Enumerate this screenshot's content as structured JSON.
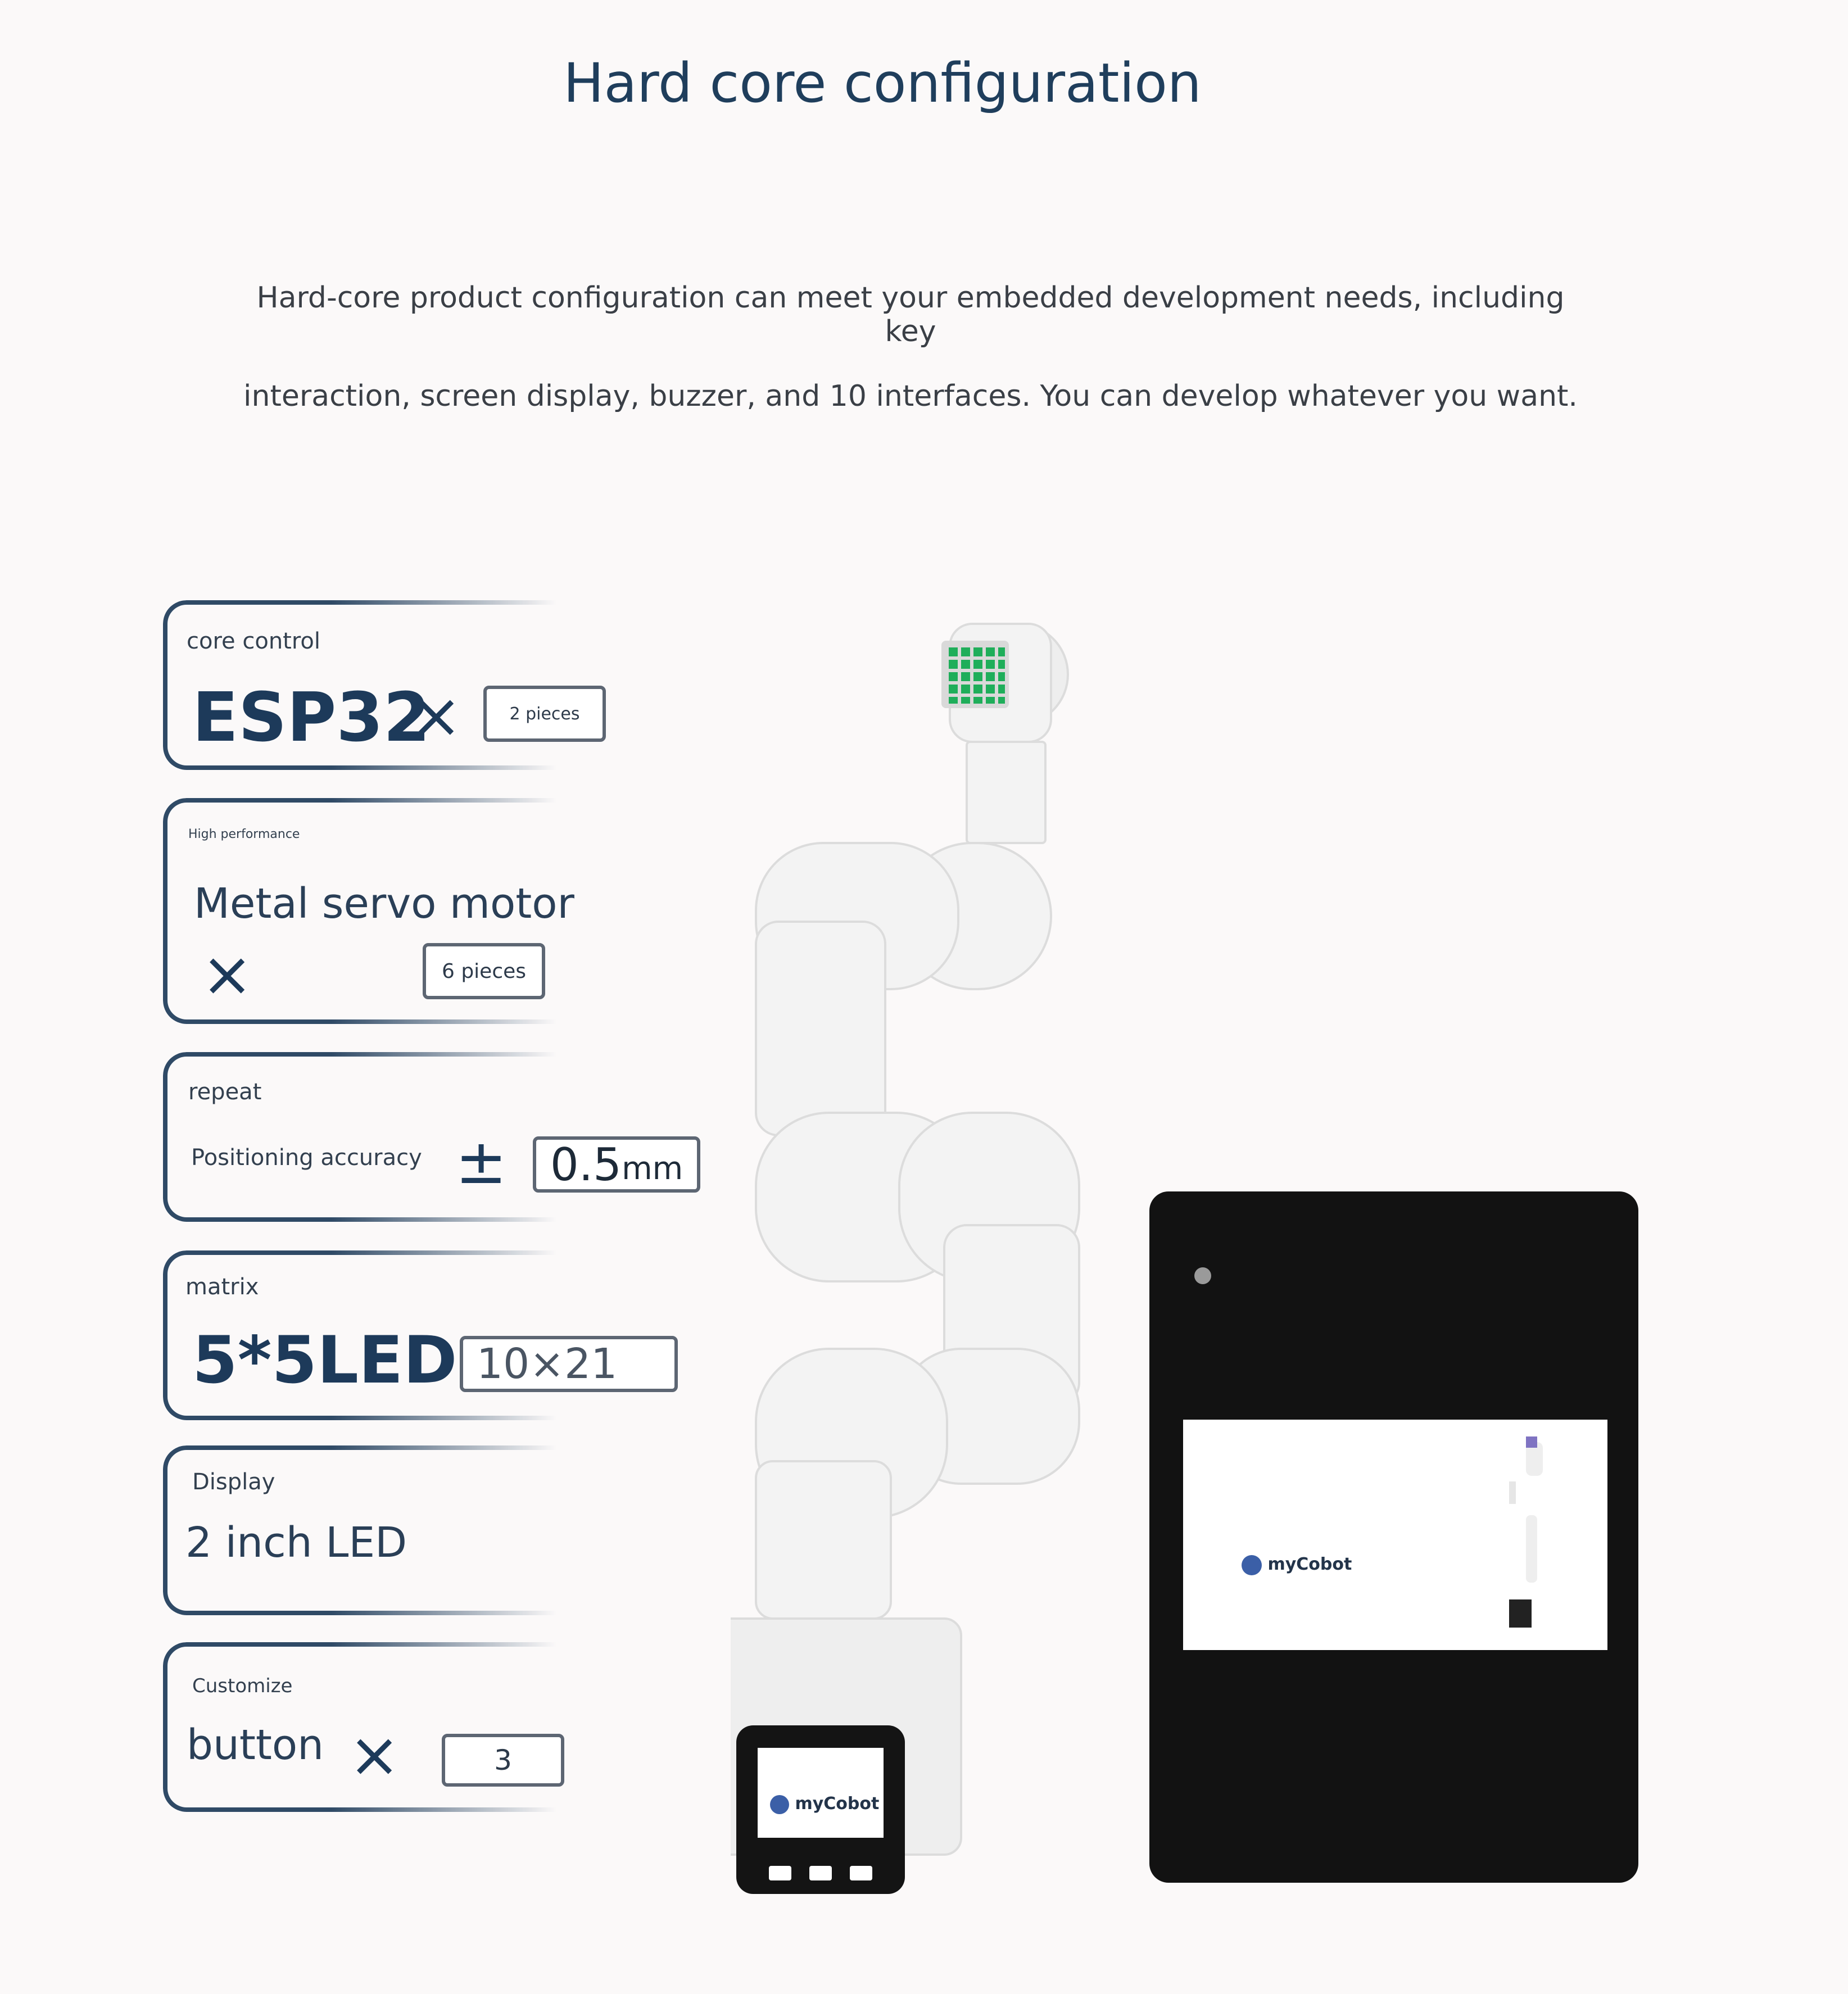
{
  "title": "Hard core configuration",
  "intro": {
    "line1": "Hard-core product configuration can meet your embedded development needs, including key",
    "line2": "interaction, screen display, buzzer, and 10 interfaces. You can develop whatever you want."
  },
  "specs": {
    "core": {
      "label": "core control",
      "value": "ESP32",
      "times": "×",
      "count": "2 pieces"
    },
    "servo": {
      "label": "High performance",
      "value": "Metal servo motor",
      "times": "×",
      "count": "6 pieces"
    },
    "accuracy": {
      "label": "repeat",
      "value": "Positioning accuracy",
      "symbol": "±",
      "count": "0.5",
      "unit": "mm"
    },
    "matrix": {
      "label": "matrix",
      "value": "5*5LED",
      "count": "10×21"
    },
    "display": {
      "label": "Display",
      "value": "2 inch LED"
    },
    "button": {
      "label": "Customize",
      "value": "button",
      "times": "×",
      "count": "3"
    }
  },
  "brand": {
    "name": "myCobot"
  },
  "colors": {
    "accent": "#1f3e5c",
    "card_border": "#2f4a66",
    "led": "#1fae5a",
    "tablet": "#121212"
  },
  "icons": [
    "times-icon",
    "plus-minus-icon",
    "led-matrix-icon",
    "mycobot-logo-icon",
    "camera-icon"
  ]
}
